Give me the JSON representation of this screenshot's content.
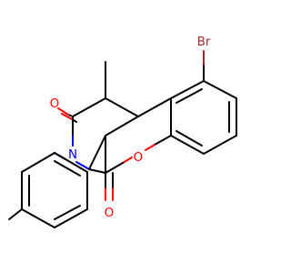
{
  "diagram": {
    "kind": "chemical-structure",
    "atom_labels": [
      {
        "id": "br",
        "text": "Br",
        "color": "#A52A2A"
      },
      {
        "id": "o_ring",
        "text": "O",
        "color": "#FF0000"
      },
      {
        "id": "o_lactone",
        "text": "O",
        "color": "#FF0000"
      },
      {
        "id": "o_upper_carbonyl",
        "text": "O",
        "color": "#FF0000"
      },
      {
        "id": "o_lower_carbonyl",
        "text": "O",
        "color": "#FF0000"
      },
      {
        "id": "n",
        "text": "N",
        "color": "#0000FF"
      }
    ],
    "colors": {
      "bond": "#000000",
      "oxygen": "#FF0000",
      "nitrogen": "#0000FF",
      "bromine": "#A52A2A",
      "background": "#FFFFFF"
    }
  }
}
